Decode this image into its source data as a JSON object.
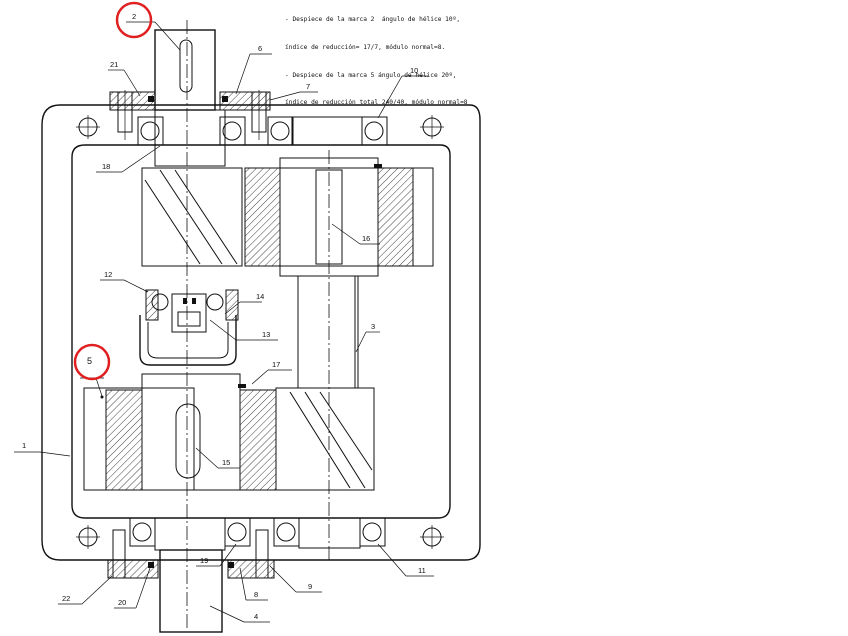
{
  "notes": [
    "- Despiece de la marca 2  ángulo de hélice 10º,",
    "índice de reducción= 17/7, módulo normal=8.",
    "- Despiece de la marca 5 ángulo de hélice 20º,",
    "índice de reducción total 240/40, módulo normal=8"
  ],
  "labels": {
    "l1": "1",
    "l2": "2",
    "l3": "3",
    "l4": "4",
    "l5": "5",
    "l6": "6",
    "l7": "7",
    "l8": "8",
    "l9": "9",
    "l10": "10",
    "l11": "11",
    "l12": "12",
    "l13": "13",
    "l14": "14",
    "l15": "15",
    "l16": "16",
    "l17": "17",
    "l18": "18",
    "l19": "19",
    "l20": "20",
    "l21": "21",
    "l22": "22"
  },
  "highlights": [
    "2",
    "5"
  ],
  "colors": {
    "ink": "#111111",
    "highlight": "#e02020",
    "background": "#ffffff"
  }
}
